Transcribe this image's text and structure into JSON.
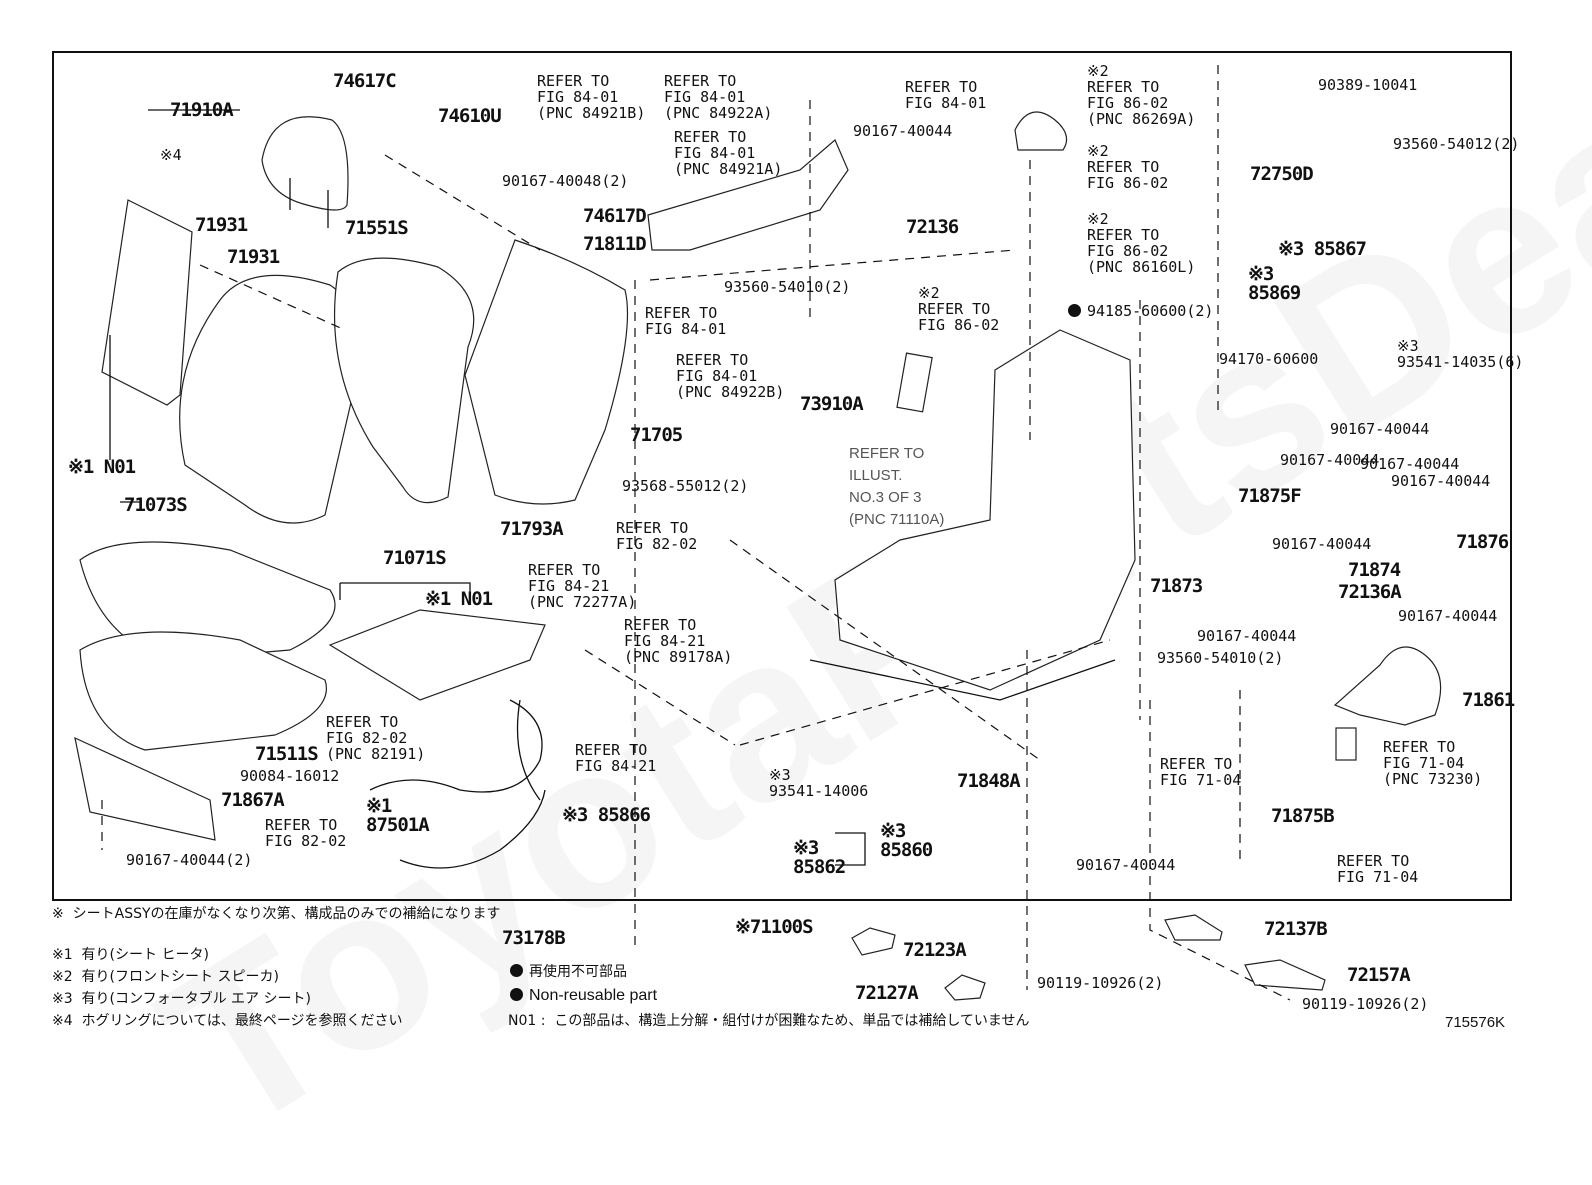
{
  "diagram": {
    "illustration_id": "715576K",
    "watermark": "ToyotaPartsDeal",
    "callouts": [
      {
        "id": "c_71910A",
        "text": "71910A",
        "kind": "part"
      },
      {
        "id": "c_74617C",
        "text": "74617C",
        "kind": "part"
      },
      {
        "id": "c_74610U",
        "text": "74610U",
        "kind": "part"
      },
      {
        "id": "c_note4",
        "text": "※4",
        "kind": "note-ref"
      },
      {
        "id": "c_71931a",
        "text": "71931",
        "kind": "part"
      },
      {
        "id": "c_71931b",
        "text": "71931",
        "kind": "part"
      },
      {
        "id": "c_71551S",
        "text": "71551S",
        "kind": "part"
      },
      {
        "id": "c_n01a",
        "text": "※1 N01",
        "kind": "part"
      },
      {
        "id": "c_71073S",
        "text": "71073S",
        "kind": "part"
      },
      {
        "id": "c_ref_84921B",
        "text": "REFER TO\nFIG 84-01\n(PNC 84921B)",
        "kind": "reference"
      },
      {
        "id": "c_ref_84922A",
        "text": "REFER TO\nFIG 84-01\n(PNC 84922A)",
        "kind": "reference"
      },
      {
        "id": "c_ref_84921A",
        "text": "REFER TO\nFIG 84-01\n(PNC 84921A)",
        "kind": "reference"
      },
      {
        "id": "c_ref_8401_top",
        "text": "REFER TO\nFIG 84-01",
        "kind": "reference"
      },
      {
        "id": "c_90167_40048",
        "text": "90167-40048(2)",
        "kind": "part"
      },
      {
        "id": "c_90167_40044_top",
        "text": "90167-40044",
        "kind": "part"
      },
      {
        "id": "c_74617D",
        "text": "74617D",
        "kind": "part"
      },
      {
        "id": "c_71811D",
        "text": "71811D",
        "kind": "part"
      },
      {
        "id": "c_72136",
        "text": "72136",
        "kind": "part"
      },
      {
        "id": "c_93560_54010_top",
        "text": "93560-54010(2)",
        "kind": "part"
      },
      {
        "id": "c_ref_86269A",
        "text": "※2\nREFER TO\nFIG 86-02\n(PNC 86269A)",
        "kind": "reference"
      },
      {
        "id": "c_ref_8602_b",
        "text": "※2\nREFER TO\nFIG 86-02",
        "kind": "reference"
      },
      {
        "id": "c_ref_86160L",
        "text": "※2\nREFER TO\nFIG 86-02\n(PNC 86160L)",
        "kind": "reference"
      },
      {
        "id": "c_ref_8602_c",
        "text": "※2\nREFER TO\nFIG 86-02",
        "kind": "reference"
      },
      {
        "id": "c_94185",
        "text": "94185-60600(2)",
        "kind": "part",
        "non_reusable": true
      },
      {
        "id": "c_90389",
        "text": "90389-10041",
        "kind": "part"
      },
      {
        "id": "c_93560_54012",
        "text": "93560-54012(2)",
        "kind": "part"
      },
      {
        "id": "c_72750D",
        "text": "72750D",
        "kind": "part"
      },
      {
        "id": "c_85867",
        "text": "※3 85867",
        "kind": "part"
      },
      {
        "id": "c_85869",
        "text": "※3\n85869",
        "kind": "part"
      },
      {
        "id": "c_93541_14035",
        "text": "※3\n93541-14035(6)",
        "kind": "part"
      },
      {
        "id": "c_94170",
        "text": "94170-60600",
        "kind": "part"
      },
      {
        "id": "c_ref_8401_mid",
        "text": "REFER TO\nFIG 84-01",
        "kind": "reference"
      },
      {
        "id": "c_ref_84922B",
        "text": "REFER TO\nFIG 84-01\n(PNC 84922B)",
        "kind": "reference"
      },
      {
        "id": "c_73910A",
        "text": "73910A",
        "kind": "part"
      },
      {
        "id": "c_71705",
        "text": "71705",
        "kind": "part"
      },
      {
        "id": "c_ref_illust",
        "text": "REFER TO\nILLUST.\nNO.3 OF 3\n(PNC 71110A)",
        "kind": "reference"
      },
      {
        "id": "c_93568",
        "text": "93568-55012(2)",
        "kind": "part"
      },
      {
        "id": "c_71793A",
        "text": "71793A",
        "kind": "part"
      },
      {
        "id": "c_90167_r1",
        "text": "90167-40044",
        "kind": "part"
      },
      {
        "id": "c_90167_r2",
        "text": "90167-40044",
        "kind": "part"
      },
      {
        "id": "c_90167_r3",
        "text": "90167-40044",
        "kind": "part"
      },
      {
        "id": "c_90167_r4",
        "text": "90167-40044",
        "kind": "part"
      },
      {
        "id": "c_71875F",
        "text": "71875F",
        "kind": "part"
      },
      {
        "id": "c_71876",
        "text": "71876",
        "kind": "part"
      },
      {
        "id": "c_71071S",
        "text": "71071S",
        "kind": "part"
      },
      {
        "id": "c_n01b",
        "text": "※1 N01",
        "kind": "part"
      },
      {
        "id": "c_ref_8202_a",
        "text": "REFER TO\nFIG 82-02",
        "kind": "reference"
      },
      {
        "id": "c_ref_72277A",
        "text": "REFER TO\nFIG 84-21\n(PNC 72277A)",
        "kind": "reference"
      },
      {
        "id": "c_ref_89178A",
        "text": "REFER TO\nFIG 84-21\n(PNC 89178A)",
        "kind": "reference"
      },
      {
        "id": "c_90167_r5",
        "text": "90167-40044",
        "kind": "part"
      },
      {
        "id": "c_71873",
        "text": "71873",
        "kind": "part"
      },
      {
        "id": "c_71874",
        "text": "71874",
        "kind": "part"
      },
      {
        "id": "c_72136A",
        "text": "72136A",
        "kind": "part"
      },
      {
        "id": "c_90167_r6",
        "text": "90167-40044",
        "kind": "part"
      },
      {
        "id": "c_90167_r7",
        "text": "90167-40044",
        "kind": "part"
      },
      {
        "id": "c_93560_54010_b",
        "text": "93560-54010(2)",
        "kind": "part"
      },
      {
        "id": "c_71861",
        "text": "71861",
        "kind": "part"
      },
      {
        "id": "c_71511S",
        "text": "71511S",
        "kind": "part"
      },
      {
        "id": "c_ref_82191",
        "text": "REFER TO\nFIG 82-02\n(PNC 82191)",
        "kind": "reference"
      },
      {
        "id": "c_ref_8421",
        "text": "REFER TO\nFIG 84-21",
        "kind": "reference"
      },
      {
        "id": "c_90084",
        "text": "90084-16012",
        "kind": "part"
      },
      {
        "id": "c_71867A",
        "text": "71867A",
        "kind": "part"
      },
      {
        "id": "c_87501A",
        "text": "※1\n87501A",
        "kind": "part"
      },
      {
        "id": "c_ref_8202_b",
        "text": "REFER TO\nFIG 82-02",
        "kind": "reference"
      },
      {
        "id": "c_90167_bl",
        "text": "90167-40044(2)",
        "kind": "part"
      },
      {
        "id": "c_85866",
        "text": "※3 85866",
        "kind": "part"
      },
      {
        "id": "c_93541_14006",
        "text": "※3\n93541-14006",
        "kind": "part"
      },
      {
        "id": "c_85862",
        "text": "※3\n85862",
        "kind": "part"
      },
      {
        "id": "c_85860",
        "text": "※3\n85860",
        "kind": "part"
      },
      {
        "id": "c_71848A",
        "text": "71848A",
        "kind": "part"
      },
      {
        "id": "c_ref_7104_a",
        "text": "REFER TO\nFIG 71-04",
        "kind": "reference"
      },
      {
        "id": "c_ref_73230",
        "text": "REFER TO\nFIG 71-04\n(PNC 73230)",
        "kind": "reference"
      },
      {
        "id": "c_71875B",
        "text": "71875B",
        "kind": "part"
      },
      {
        "id": "c_90167_b2",
        "text": "90167-40044",
        "kind": "part"
      },
      {
        "id": "c_ref_7104_b",
        "text": "REFER TO\nFIG 71-04",
        "kind": "reference"
      },
      {
        "id": "c_71100S",
        "text": "※71100S",
        "kind": "part"
      },
      {
        "id": "c_73178B",
        "text": "73178B",
        "kind": "part"
      },
      {
        "id": "c_72123A",
        "text": "72123A",
        "kind": "part"
      },
      {
        "id": "c_72127A",
        "text": "72127A",
        "kind": "part"
      },
      {
        "id": "c_90119_a",
        "text": "90119-10926(2)",
        "kind": "part"
      },
      {
        "id": "c_72137B",
        "text": "72137B",
        "kind": "part"
      },
      {
        "id": "c_72157A",
        "text": "72157A",
        "kind": "part"
      },
      {
        "id": "c_90119_b",
        "text": "90119-10926(2)",
        "kind": "part"
      }
    ]
  },
  "notes": {
    "general": "※  シートASSYの在庫がなくなり次第、構成品のみでの補給になります",
    "n1": "※1  有り(シート ヒータ)",
    "n2": "※2  有り(フロントシート スピーカ)",
    "n3": "※3  有り(コンフォータブル エア シート)",
    "n4": "※4  ホグリングについては、最終ページを参照ください",
    "legend_jp": "再使用不可部品",
    "legend_en": "Non-reusable part",
    "n01": "N01 :  この部品は、構造上分解・組付けが困難なため、単品では補給していません"
  }
}
